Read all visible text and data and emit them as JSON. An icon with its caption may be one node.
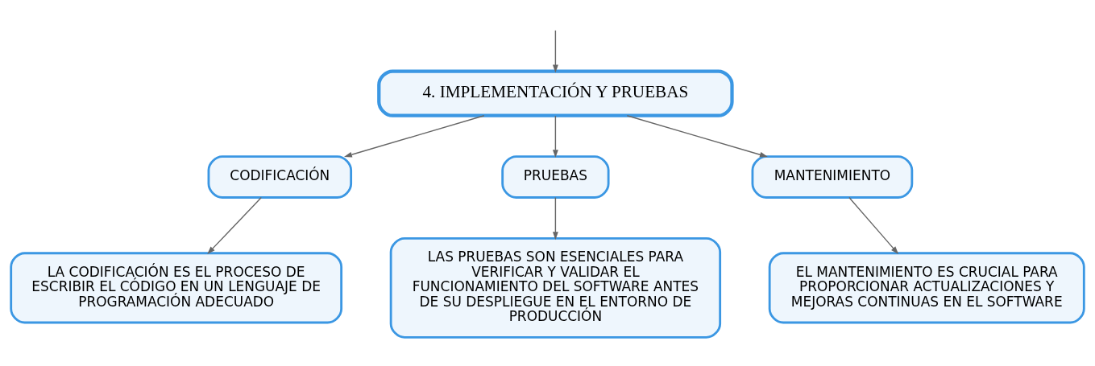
{
  "diagram": {
    "nodes": [
      {
        "text": [
          "4. IMPLEMENTACIÓN Y PRUEBAS"
        ]
      },
      {
        "text": [
          "CODIFICACIÓN"
        ]
      },
      {
        "text": [
          "PRUEBAS"
        ]
      },
      {
        "text": [
          "MANTENIMIENTO"
        ]
      },
      {
        "text": [
          "LA CODIFICACIÓN ES EL PROCESO DE ESCRIBIR EL CÓDIGO EN UN LENGUAJE DE PROGRAMACIÓN ADECUADO"
        ]
      },
      {
        "text": [
          "LAS PRUEBAS SON ESENCIALES PARA VERIFICAR Y VALIDAR EL FUNCIONAMIENTO DEL SOFTWARE ANTES DE SU DESPLIEGUE EN EL ENTORNO DE PRODUCCIÓN"
        ]
      },
      {
        "text": [
          "EL MANTENIMIENTO ES CRUCIAL PARA PROPORCIONAR ACTUALIZACIONES Y MEJORAS CONTINUAS EN EL SOFTWARE"
        ]
      }
    ],
    "edges": [
      {
        "from": null,
        "to": 0,
        "arrow": "to"
      },
      {
        "from": 0,
        "to": 1,
        "arrow": "to"
      },
      {
        "from": 0,
        "to": 2,
        "arrow": "to"
      },
      {
        "from": 0,
        "to": 3,
        "arrow": "to"
      },
      {
        "from": 1,
        "to": 4,
        "arrow": "to"
      },
      {
        "from": 2,
        "to": 5,
        "arrow": "to"
      },
      {
        "from": 3,
        "to": 6,
        "arrow": "to"
      }
    ]
  }
}
